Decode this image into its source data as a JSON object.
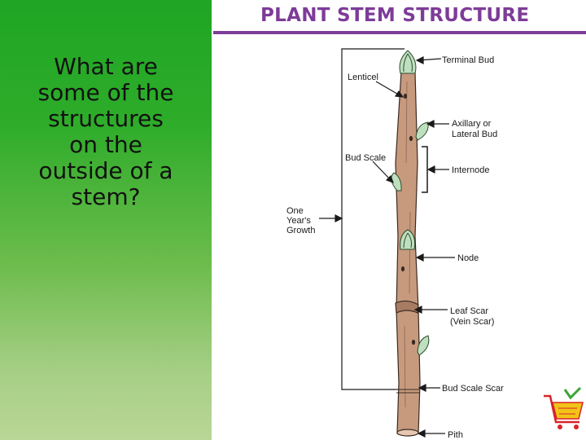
{
  "colors": {
    "left_panel_top": "#1fa624",
    "left_panel_bottom": "#b9d796",
    "title": "#7d3c98",
    "stem": "#c79a7e",
    "bud": "#bfe0bf"
  },
  "question": {
    "lines": [
      "What are",
      "some of the",
      "structures",
      "on the",
      "outside of a",
      "stem?"
    ]
  },
  "diagram": {
    "title": "PLANT STEM STRUCTURE",
    "labels": {
      "terminal_bud": "Terminal Bud",
      "lenticel": "Lenticel",
      "axillary_bud_1": "Axillary or",
      "axillary_bud_2": "Lateral Bud",
      "bud_scale": "Bud Scale",
      "internode": "Internode",
      "one_years_growth_1": "One",
      "one_years_growth_2": "Year's",
      "one_years_growth_3": "Growth",
      "node": "Node",
      "leaf_scar_1": "Leaf Scar",
      "leaf_scar_2": "(Vein Scar)",
      "bud_scale_scar": "Bud Scale Scar",
      "pith": "Pith"
    }
  },
  "logo": {
    "icon": "shopping-cart-icon"
  }
}
